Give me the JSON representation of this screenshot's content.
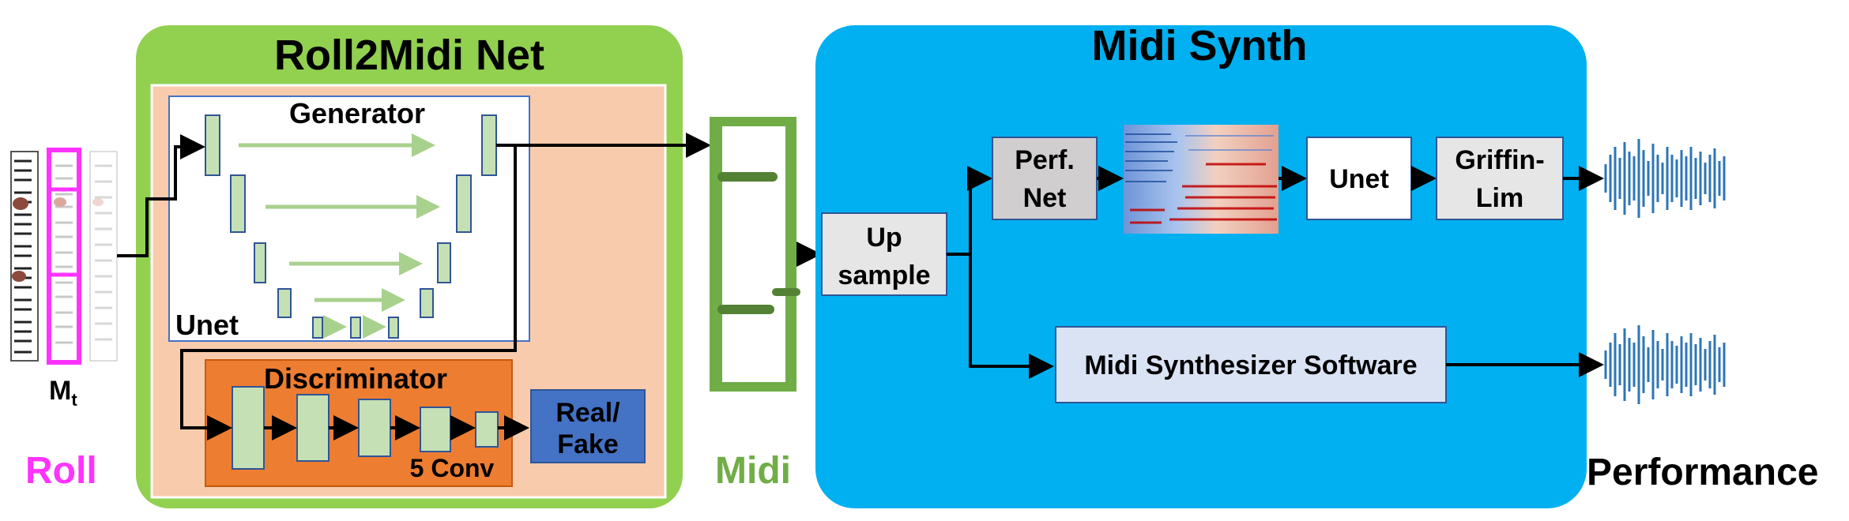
{
  "roll2midi": {
    "title": "Roll2Midi Net",
    "generator_label": "Generator",
    "unet_label": "Unet",
    "discriminator_label": "Discriminator",
    "conv_label": "5 Conv",
    "real_fake_line1": "Real/",
    "real_fake_line2": "Fake"
  },
  "roll": {
    "label": "Roll",
    "frame_label_main": "M",
    "frame_label_sub": "t"
  },
  "midi": {
    "label": "Midi"
  },
  "midi_synth": {
    "title": "Midi Synth",
    "upsample_line1": "Up",
    "upsample_line2": "sample",
    "perfnet_line1": "Perf.",
    "perfnet_line2": "Net",
    "unet_label": "Unet",
    "griffin_line1": "Griffin-",
    "griffin_line2": "Lim",
    "software_label": "Midi Synthesizer Software"
  },
  "performance": {
    "label": "Performance"
  },
  "colors": {
    "green_panel": "#92d050",
    "peach_inner": "#f8cbad",
    "orange_disc": "#ed7d31",
    "blue_realfake": "#4472c4",
    "cyan_panel": "#00b0f0",
    "roll_magenta": "#ff33ff",
    "midi_green": "#70ad47",
    "waveform_blue": "#2e75b6"
  }
}
